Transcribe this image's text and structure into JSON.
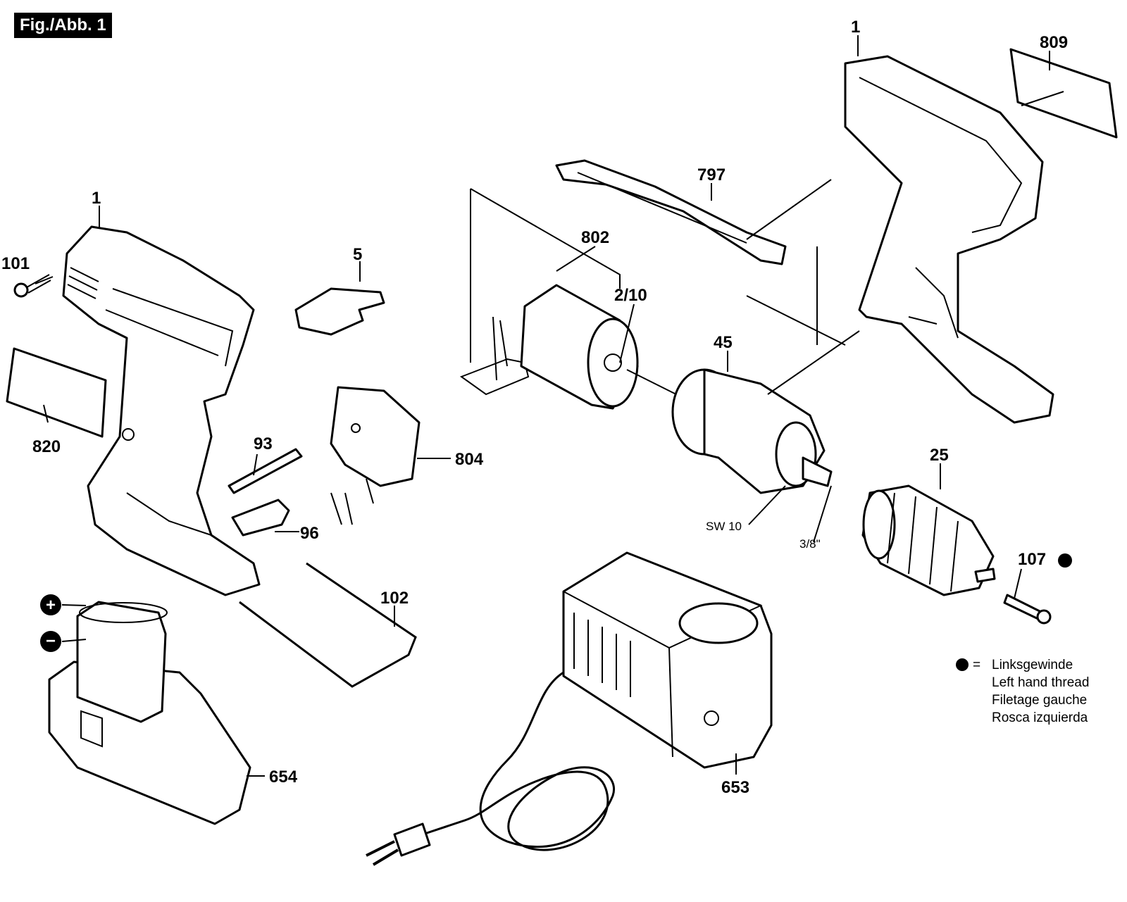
{
  "figure": {
    "tag": "Fig./Abb. 1"
  },
  "callouts": {
    "handle_left": "1",
    "handle_right": "1",
    "screw_101": "101",
    "switch_cover_5": "5",
    "label_820": "820",
    "label_809": "809",
    "strap_797": "797",
    "motor_assembly_802": "802",
    "motor_pinion_2_10": "2/10",
    "gearbox_45": "45",
    "chuck_25": "25",
    "screw_107": "107",
    "spring_93": "93",
    "switch_804": "804",
    "contact_96": "96",
    "seal_102": "102",
    "battery_654": "654",
    "charger_653": "653",
    "wrench_size": "SW 10",
    "spindle_size": "3/8\""
  },
  "battery_terminals": {
    "positive": "+",
    "negative": "−"
  },
  "legend": {
    "symbol": "●",
    "equals": "=",
    "lines": [
      "Linksgewinde",
      "Left hand thread",
      "Filetage gauche",
      "Rosca izquierda"
    ]
  }
}
